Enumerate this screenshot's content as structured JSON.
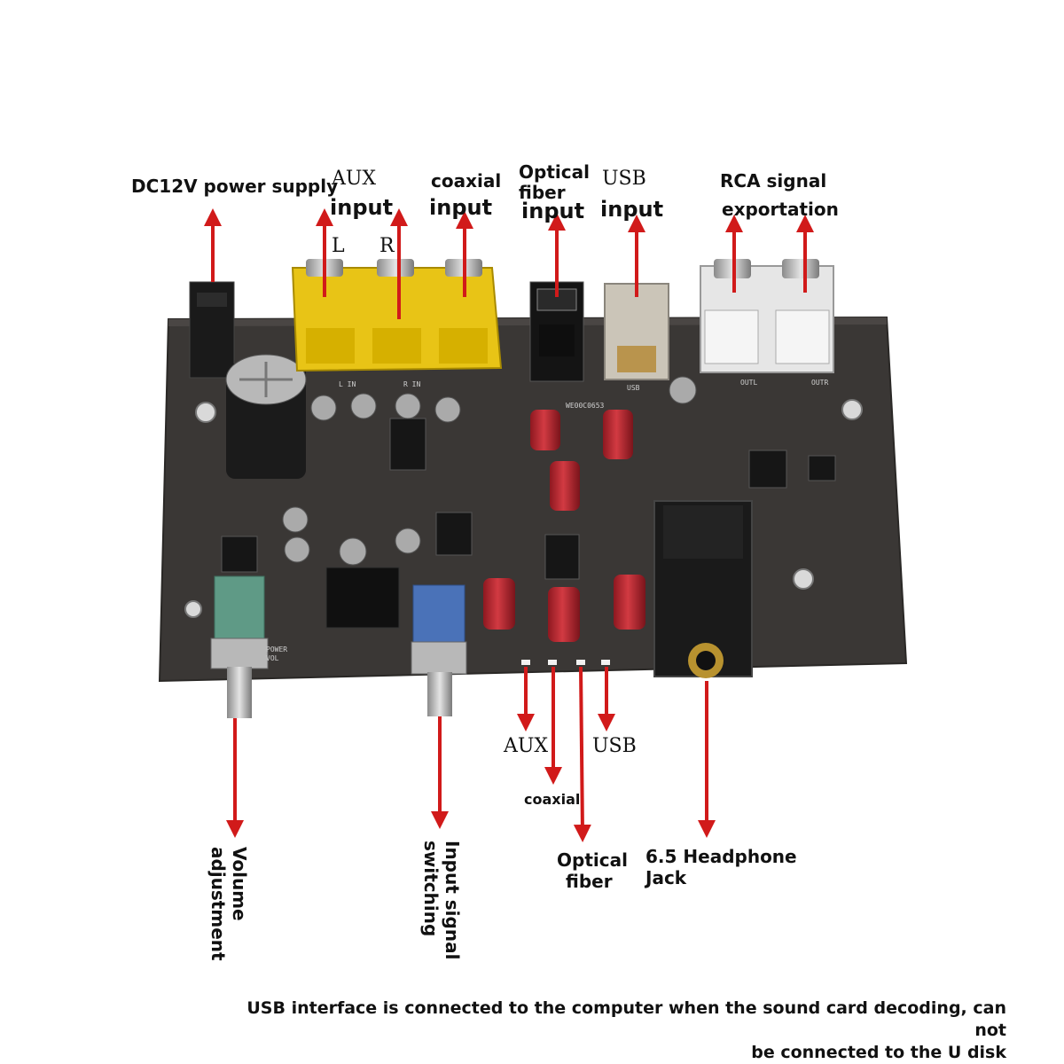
{
  "labels": {
    "dc_power": "DC12V power supply",
    "aux_top": "AUX",
    "aux_input": "input",
    "l": "L",
    "r": "R",
    "coaxial_top": "coaxial",
    "coaxial_input": "input",
    "optical_top1": "Optical",
    "optical_top2": "fiber",
    "optical_input": "input",
    "usb_top": "USB",
    "usb_input": "input",
    "rca_line1": "RCA signal",
    "rca_line2": "exportation",
    "aux_bottom": "AUX",
    "usb_bottom": "USB",
    "coaxial_bottom": "coaxial",
    "optical_bottom1": "Optical",
    "optical_bottom2": "fiber",
    "headphone1": "6.5 Headphone",
    "headphone2": "Jack",
    "volume1": "Volume",
    "volume2": "adjustment",
    "input_switch1": "Input signal",
    "input_switch2": "switching"
  },
  "note": {
    "line1": "USB interface is connected to the computer when the sound card decoding, can not",
    "line2": "be connected to the U disk"
  },
  "board_silkscreen": {
    "l_in": "L IN",
    "r_in": "R IN",
    "usb": "USB",
    "out_l": "OUTL",
    "out_r": "OUTR",
    "power_vol": "POWER VOL",
    "chip_label": "WE00C0653"
  },
  "colors": {
    "board": "#3a3735",
    "rca_yellow": "#e8c416",
    "rca_white": "#e6e6e6",
    "arrow_red": "#d11a1a",
    "capacitor_red": "#b5222a",
    "knob_green": "#5f9a86",
    "knob_blue": "#4a72b8"
  }
}
